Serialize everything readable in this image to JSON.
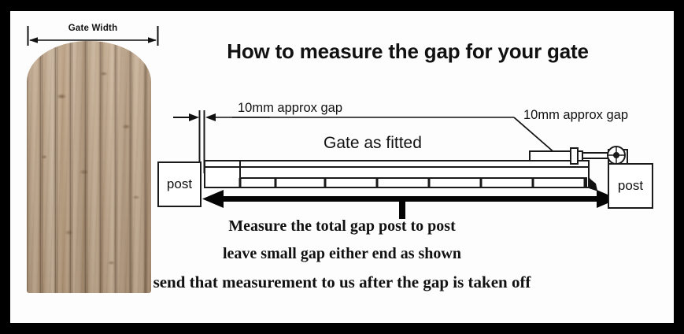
{
  "frame": {
    "border_color": "#000000",
    "canvas_color": "#fdfdfd"
  },
  "gate_photo": {
    "alt_name": "arched-top-wooden-gate-panel",
    "wood_color": "#b79d80",
    "grain_color": "#5a3e28"
  },
  "dimension": {
    "gate_width_label": "Gate Width"
  },
  "title": "How to measure the gap for your gate",
  "diagram": {
    "gap_label_left": "10mm approx gap",
    "gap_label_right": "10mm approx gap",
    "gate_label": "Gate as  fitted",
    "post_left_label": "post",
    "post_right_label": "post",
    "line_color": "#1a1a1a"
  },
  "captions": {
    "line1": "Measure the total gap post to post",
    "line2": "leave small gap either end as shown",
    "line3": "send that measurement to us after the gap is taken off"
  }
}
